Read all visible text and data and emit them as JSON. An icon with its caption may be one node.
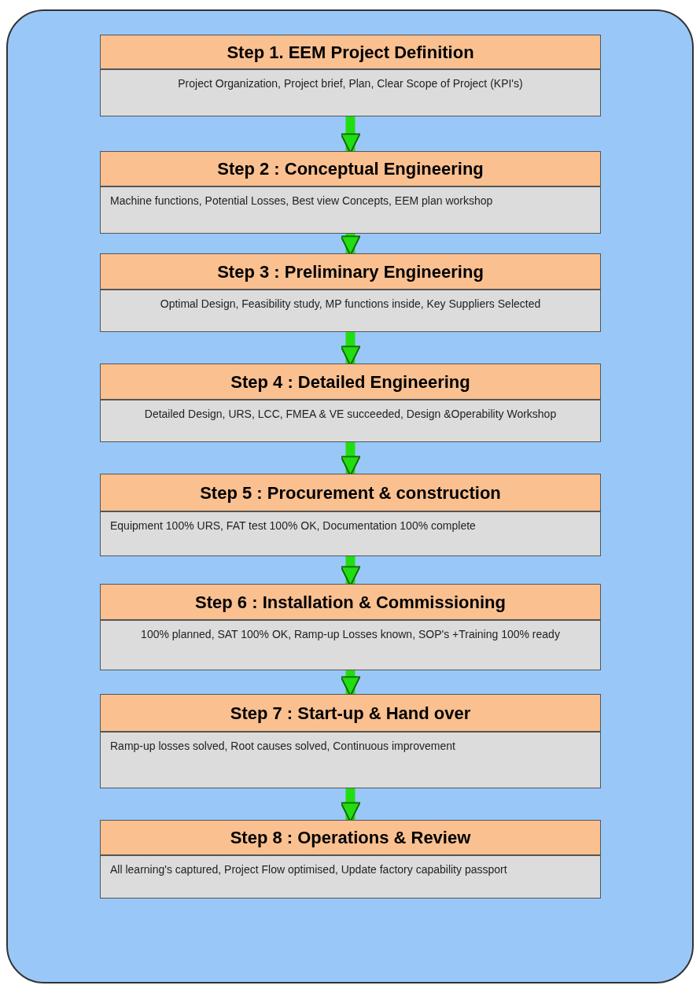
{
  "diagram": {
    "nodes": [
      {
        "text": [],
        "shape": "box"
      },
      {
        "text": [
          "Step 1. EEM Project Definition"
        ],
        "in": 0
      },
      {
        "text": [
          "Project Organization, Project brief, Plan, Clear Scope of Project (KPI's)"
        ],
        "in": 0
      },
      {
        "text": [
          "Step 2 : Conceptual Engineering"
        ],
        "in": 0
      },
      {
        "text": [
          "Machine functions, Potential Losses, Best view Concepts, EEM plan workshop"
        ],
        "in": 0
      },
      {
        "text": [
          "Step 3 : Preliminary Engineering"
        ],
        "in": 0
      },
      {
        "text": [
          "Optimal Design, Feasibility study, MP functions inside, Key Suppliers Selected"
        ],
        "in": 0
      },
      {
        "text": [
          "Step 4 : Detailed Engineering"
        ],
        "in": 0
      },
      {
        "text": [
          "Detailed Design, URS, LCC, FMEA & VE succeeded, Design &Operability Workshop"
        ],
        "in": 0
      },
      {
        "text": [
          "Step 5 : Procurement & construction"
        ],
        "in": 0
      },
      {
        "text": [
          "Equipment 100% URS, FAT test 100% OK, Documentation 100% complete"
        ],
        "in": 0
      },
      {
        "text": [
          "Step 6 : Installation & Commissioning"
        ],
        "in": 0
      },
      {
        "text": [
          "100% planned, SAT 100% OK, Ramp-up Losses known, SOP's +Training 100% ready"
        ],
        "in": 0
      },
      {
        "text": [
          "Step 7 : Start-up & Hand over"
        ],
        "in": 0
      },
      {
        "text": [
          "Ramp-up losses solved, Root causes solved, Continuous improvement"
        ],
        "in": 0
      },
      {
        "text": [
          "Step 8 : Operations & Review"
        ],
        "in": 0
      },
      {
        "text": [
          "All learning's captured, Project Flow optimised, Update factory capability passport"
        ],
        "in": 0
      }
    ],
    "edges": [
      {
        "from": 2,
        "to": 3,
        "arrow": "to"
      },
      {
        "from": 4,
        "to": 5,
        "arrow": "to"
      },
      {
        "from": 6,
        "to": 7,
        "arrow": "to"
      },
      {
        "from": 8,
        "to": 9,
        "arrow": "to"
      },
      {
        "from": 10,
        "to": 11,
        "arrow": "to"
      },
      {
        "from": 12,
        "to": 13,
        "arrow": "to"
      },
      {
        "from": 14,
        "to": 15,
        "arrow": "to"
      }
    ]
  }
}
